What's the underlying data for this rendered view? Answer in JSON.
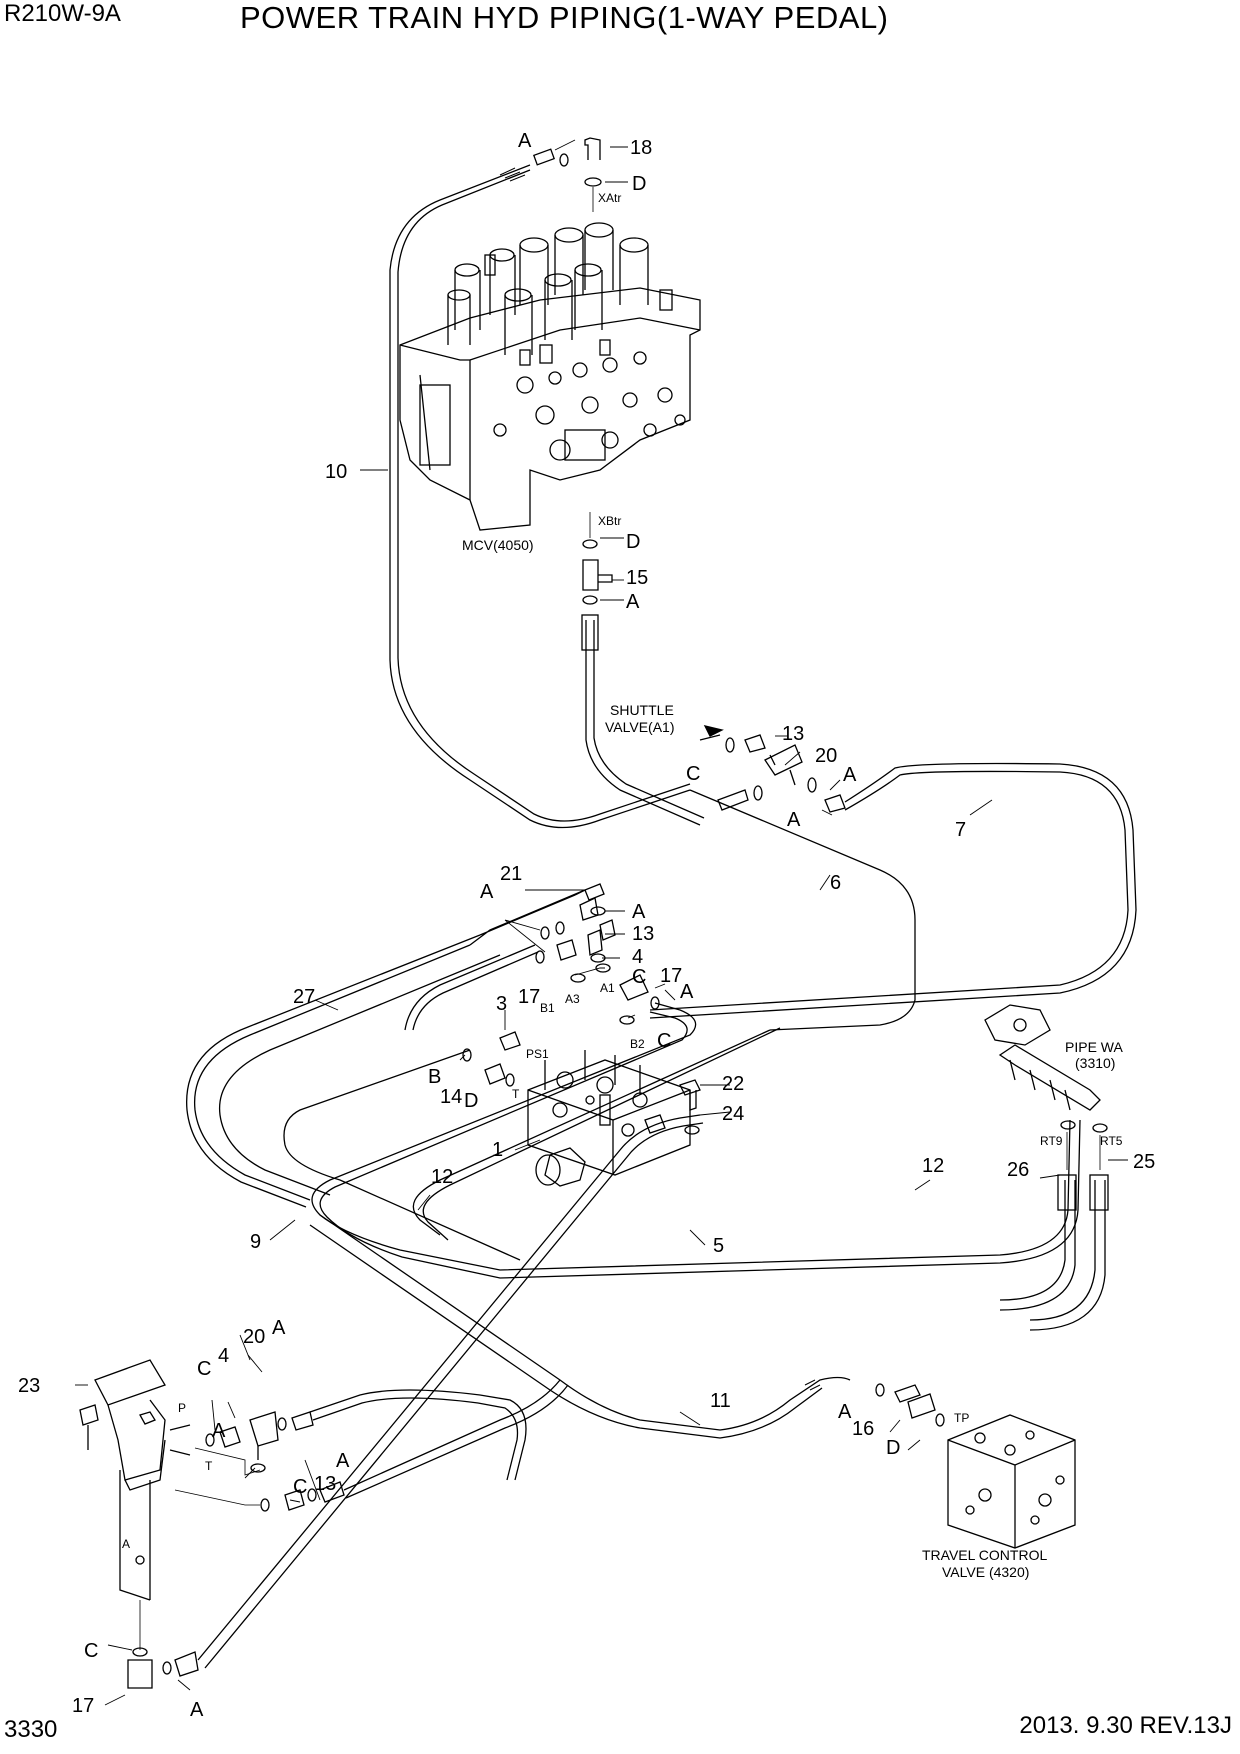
{
  "header": {
    "model": "R210W-9A",
    "title": "POWER TRAIN HYD PIPING(1-WAY PEDAL)"
  },
  "footer": {
    "page_number": "3330",
    "date_rev": "2013. 9.30  REV.13J"
  },
  "components": {
    "mcv": "MCV(4050)",
    "shuttle_line1": "SHUTTLE",
    "shuttle_line2": "VALVE(A1)",
    "pipe_line1": "PIPE WA",
    "pipe_line2": "(3310)",
    "travel_line1": "TRAVEL CONTROL",
    "travel_line2": "VALVE (4320)"
  },
  "ports": {
    "xatr": "XAtr",
    "xbtr": "XBtr",
    "b1": "B1",
    "a3": "A3",
    "a1": "A1",
    "b2": "B2",
    "ps1": "PS1",
    "t": "T",
    "rt9": "RT9",
    "rt5": "RT5",
    "tp": "TP",
    "p": "P",
    "t2": "T",
    "a_pedal": "A"
  },
  "callouts": [
    {
      "id": "c1",
      "text": "18"
    },
    {
      "id": "c2",
      "text": "A"
    },
    {
      "id": "c3",
      "text": "D"
    },
    {
      "id": "c4",
      "text": "10"
    },
    {
      "id": "c5",
      "text": "D"
    },
    {
      "id": "c6",
      "text": "15"
    },
    {
      "id": "c7",
      "text": "A"
    },
    {
      "id": "c8",
      "text": "13"
    },
    {
      "id": "c9",
      "text": "20"
    },
    {
      "id": "c10",
      "text": "C"
    },
    {
      "id": "c11",
      "text": "A"
    },
    {
      "id": "c12",
      "text": "A"
    },
    {
      "id": "c13",
      "text": "7"
    },
    {
      "id": "c14",
      "text": "6"
    },
    {
      "id": "c15",
      "text": "21"
    },
    {
      "id": "c16",
      "text": "A"
    },
    {
      "id": "c17",
      "text": "A"
    },
    {
      "id": "c18",
      "text": "13"
    },
    {
      "id": "c19",
      "text": "4"
    },
    {
      "id": "c20",
      "text": "C"
    },
    {
      "id": "c21",
      "text": "17"
    },
    {
      "id": "c22",
      "text": "17"
    },
    {
      "id": "c23",
      "text": "A"
    },
    {
      "id": "c24",
      "text": "27"
    },
    {
      "id": "c25",
      "text": "3"
    },
    {
      "id": "c26",
      "text": "C"
    },
    {
      "id": "c27",
      "text": "B"
    },
    {
      "id": "c28",
      "text": "14"
    },
    {
      "id": "c29",
      "text": "D"
    },
    {
      "id": "c30",
      "text": "22"
    },
    {
      "id": "c31",
      "text": "24"
    },
    {
      "id": "c32",
      "text": "1"
    },
    {
      "id": "c33",
      "text": "12"
    },
    {
      "id": "c34",
      "text": "12"
    },
    {
      "id": "c35",
      "text": "26"
    },
    {
      "id": "c36",
      "text": "25"
    },
    {
      "id": "c37",
      "text": "9"
    },
    {
      "id": "c38",
      "text": "5"
    },
    {
      "id": "c39",
      "text": "20"
    },
    {
      "id": "c40",
      "text": "A"
    },
    {
      "id": "c41",
      "text": "C"
    },
    {
      "id": "c42",
      "text": "4"
    },
    {
      "id": "c43",
      "text": "23"
    },
    {
      "id": "c44",
      "text": "A"
    },
    {
      "id": "c45",
      "text": "A"
    },
    {
      "id": "c46",
      "text": "C"
    },
    {
      "id": "c47",
      "text": "13"
    },
    {
      "id": "c48",
      "text": "11"
    },
    {
      "id": "c49",
      "text": "A"
    },
    {
      "id": "c50",
      "text": "16"
    },
    {
      "id": "c51",
      "text": "D"
    },
    {
      "id": "c52",
      "text": "C"
    },
    {
      "id": "c53",
      "text": "17"
    },
    {
      "id": "c54",
      "text": "A"
    }
  ]
}
